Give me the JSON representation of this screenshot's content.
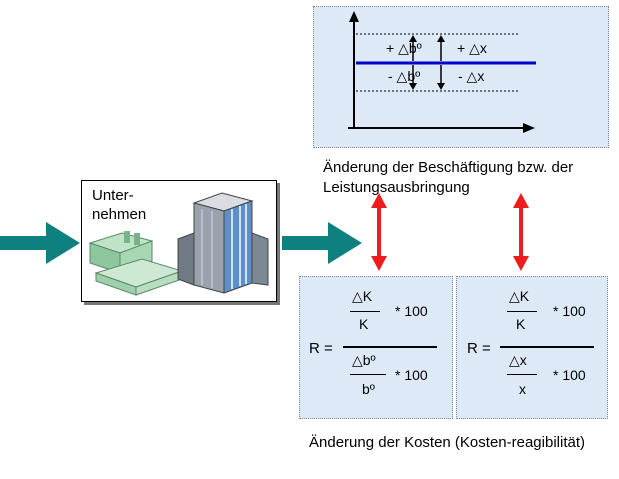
{
  "graph": {
    "upper_left": "+ △bº",
    "upper_right": "+ △x",
    "lower_left": "- △bº",
    "lower_right": "- △x"
  },
  "labels": {
    "employment_change": "Änderung der Beschäftigung bzw. der Leistungsausbringung",
    "cost_change": "Änderung der Kosten (Kosten-reagibilität)"
  },
  "company": {
    "label_line1": "Unter-",
    "label_line2": "nehmen"
  },
  "formula_left": {
    "r": "R =",
    "num_top": "△K",
    "num_bottom": "K",
    "num_factor": "* 100",
    "den_top": "△bº",
    "den_bottom": "bº",
    "den_factor": "* 100"
  },
  "formula_right": {
    "r": "R =",
    "num_top": "△K",
    "num_bottom": "K",
    "num_factor": "* 100",
    "den_top": "△x",
    "den_bottom": "x",
    "den_factor": "* 100"
  },
  "colors": {
    "panel_fill": "#dde9f7",
    "arrow_teal": "#0f8080",
    "arrow_red": "#ee1c1c",
    "line_blue": "#0000cc"
  }
}
